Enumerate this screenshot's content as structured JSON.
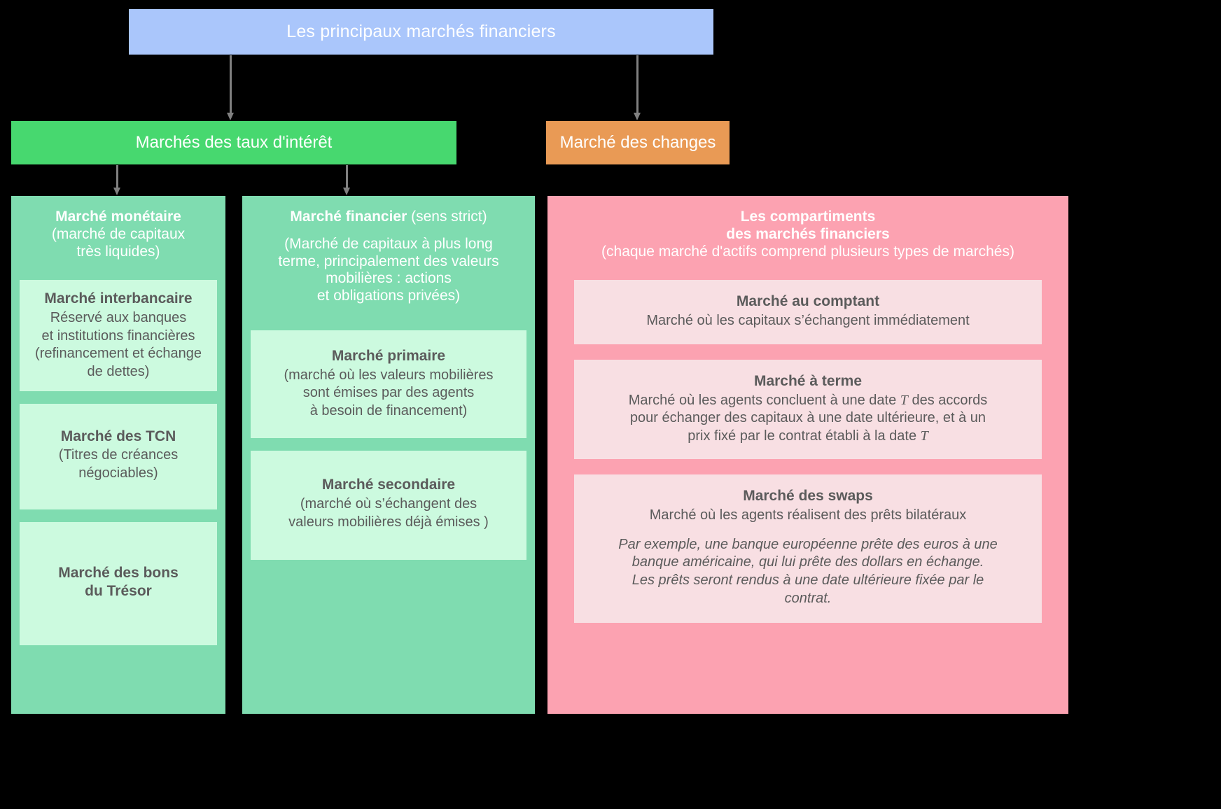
{
  "title": "Les principaux marchés financiers",
  "level2": {
    "interest": "Marchés des taux d'intérêt",
    "fx": "Marché des changes"
  },
  "columns": {
    "monetaire": {
      "title_bold": "Marché monétaire",
      "title_sub": "(marché de capitaux\ntrès liquides)",
      "cards": [
        {
          "title": "Marché interbancaire",
          "body": "Réservé aux banques\net institutions financières\n(refinancement et échange\nde dettes)"
        },
        {
          "title": "Marché des TCN",
          "body": "(Titres de créances\nnégociables)"
        },
        {
          "title": "Marché des bons\ndu Trésor",
          "body": ""
        }
      ]
    },
    "financier": {
      "title_bold": "Marché financier",
      "title_normal": " (sens strict)",
      "title_sub": "(Marché de capitaux à plus long\nterme, principalement des valeurs\nmobilières : actions\net obligations privées)",
      "cards": [
        {
          "title": "Marché primaire",
          "body": "(marché où les valeurs mobilières\nsont émises par des agents\nà besoin de financement)"
        },
        {
          "title": "Marché secondaire",
          "body": "(marché où s’échangent des\nvaleurs mobilières déjà émises )"
        }
      ]
    },
    "compartiments": {
      "title_bold": "Les compartiments\ndes marchés financiers",
      "title_sub": "(chaque marché d'actifs comprend plusieurs types de marchés)",
      "cards": [
        {
          "title": "Marché au comptant",
          "body": "Marché où les capitaux s’échangent immédiatement"
        },
        {
          "title": "Marché à terme",
          "body_part1": "Marché où les agents concluent à une date ",
          "var1": "T",
          "body_part2": " des accords\npour échanger des capitaux à une date ultérieure, et à un\nprix fixé par le contrat établi à la date ",
          "var2": "T"
        },
        {
          "title": "Marché des swaps",
          "body": "Marché où les agents réalisent des prêts bilatéraux",
          "note_italic": "Par exemple, une banque européenne prête des euros à une\nbanque américaine, qui lui prête des dollars en échange.\nLes prêts seront rendus à une date ultérieure fixée par le\ncontrat."
        }
      ]
    }
  },
  "colors": {
    "background": "#000000",
    "header_blue": "#aac6fb",
    "header_green": "#47d86f",
    "header_orange": "#e99a55",
    "column_green": "#7fdcb0",
    "column_pink": "#fca2b1",
    "card_green": "#ccfadf",
    "card_pink": "#f8dfe3",
    "arrow_gray": "#808080",
    "white_text": "#ffffff",
    "gray_text": "#5b5b5b"
  },
  "arrows": [
    {
      "name": "arrow-root-to-interest"
    },
    {
      "name": "arrow-root-to-fx"
    },
    {
      "name": "arrow-interest-to-monetaire"
    },
    {
      "name": "arrow-interest-to-financier"
    }
  ]
}
